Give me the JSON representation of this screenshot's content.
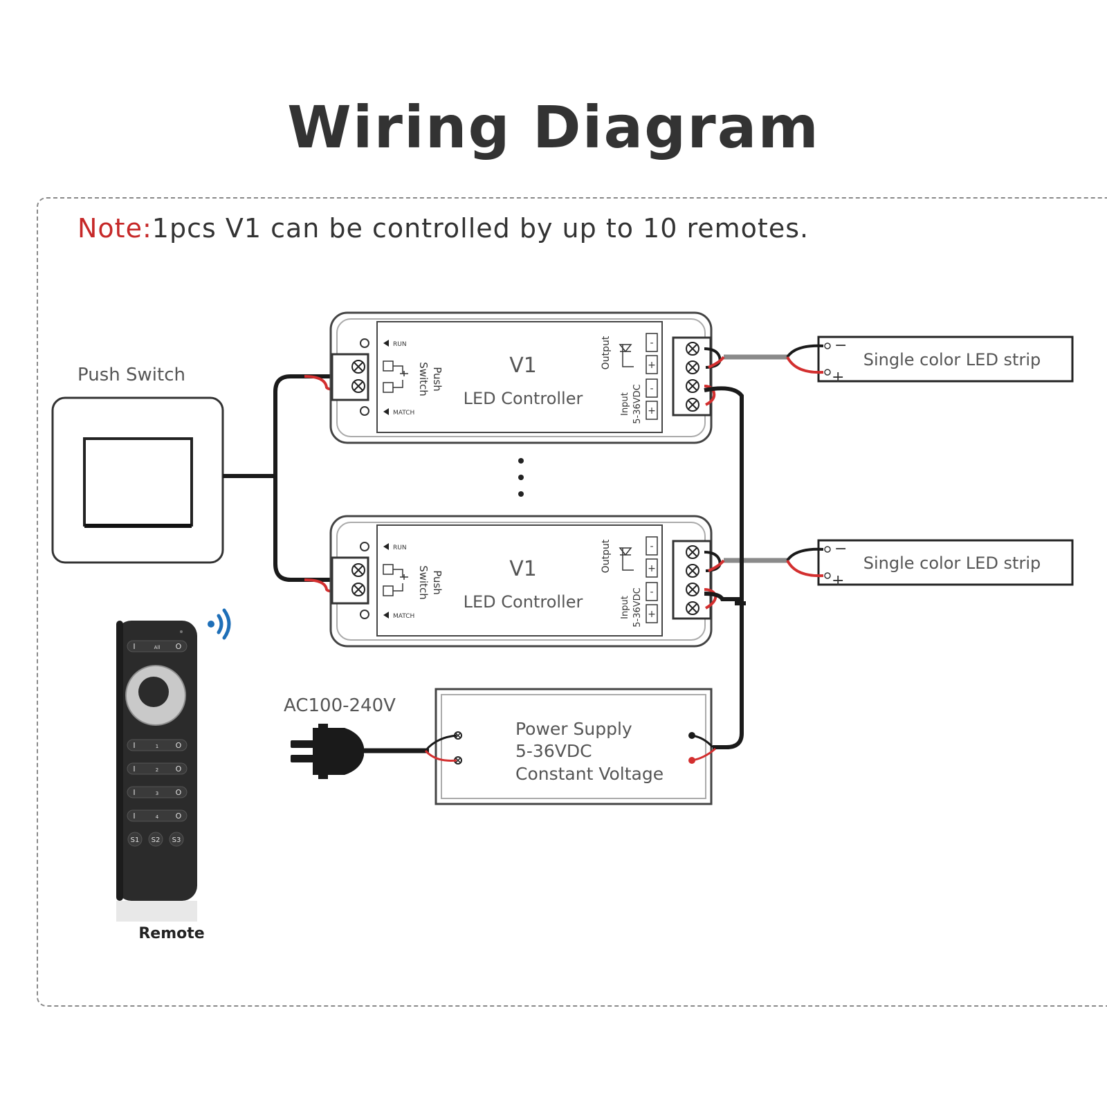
{
  "title": "Wiring Diagram",
  "note": {
    "label": "Note:",
    "text": "1pcs V1 can be controlled by up to 10 remotes."
  },
  "push_switch": {
    "label": "Push Switch"
  },
  "controllers": [
    {
      "model": "V1",
      "name": "LED Controller",
      "push_switch_label_1": "Push",
      "push_switch_label_2": "Switch",
      "run_label": "RUN",
      "match_label": "MATCH",
      "output_label": "Output",
      "input_label_1": "Input",
      "input_label_2": "5-36VDC"
    },
    {
      "model": "V1",
      "name": "LED Controller",
      "push_switch_label_1": "Push",
      "push_switch_label_2": "Switch",
      "run_label": "RUN",
      "match_label": "MATCH",
      "output_label": "Output",
      "input_label_1": "Input",
      "input_label_2": "5-36VDC"
    }
  ],
  "led_strips": [
    {
      "label": "Single color LED strip",
      "minus": "−",
      "plus": "+"
    },
    {
      "label": "Single color LED strip",
      "minus": "−",
      "plus": "+"
    }
  ],
  "power_supply": {
    "line1": "Power Supply",
    "line2": "5-36VDC",
    "line3": "Constant Voltage",
    "ac_label": "AC100-240V"
  },
  "remote": {
    "label": "Remote",
    "buttons": [
      {
        "left": "I",
        "mid": "All",
        "right": "O"
      },
      {
        "left": "I",
        "mid": "1",
        "right": "O"
      },
      {
        "left": "I",
        "mid": "2",
        "right": "O"
      },
      {
        "left": "I",
        "mid": "3",
        "right": "O"
      },
      {
        "left": "I",
        "mid": "4",
        "right": "O"
      }
    ],
    "scene_buttons": [
      "S1",
      "S2",
      "S3"
    ]
  },
  "colors": {
    "wire_black": "#1a1a1a",
    "wire_red": "#d32f2f",
    "wire_grey": "#8a8a8a",
    "outline": "#444444",
    "note_red": "#c62828",
    "signal_blue": "#1e6fb8"
  }
}
